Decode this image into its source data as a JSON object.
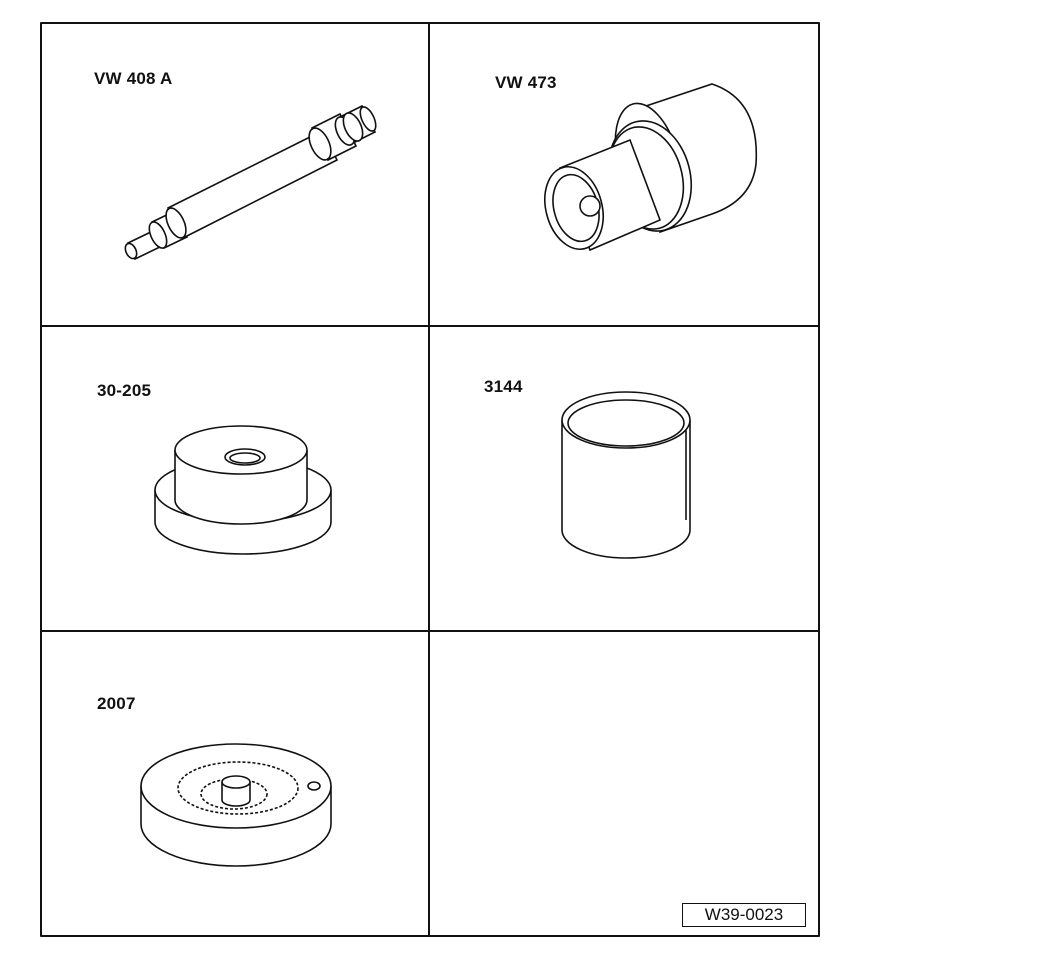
{
  "tools": [
    {
      "id": "vw-408a",
      "label": "VW 408 A",
      "shape": "shaft-drift-icon"
    },
    {
      "id": "vw-473",
      "label": "VW 473",
      "shape": "sleeve-drift-icon"
    },
    {
      "id": "30-205",
      "label": "30-205",
      "shape": "stepped-disc-icon"
    },
    {
      "id": "3144",
      "label": "3144",
      "shape": "cylinder-sleeve-icon"
    },
    {
      "id": "2007",
      "label": "2007",
      "shape": "thrust-plate-icon"
    }
  ],
  "figure_code": "W39-0023"
}
